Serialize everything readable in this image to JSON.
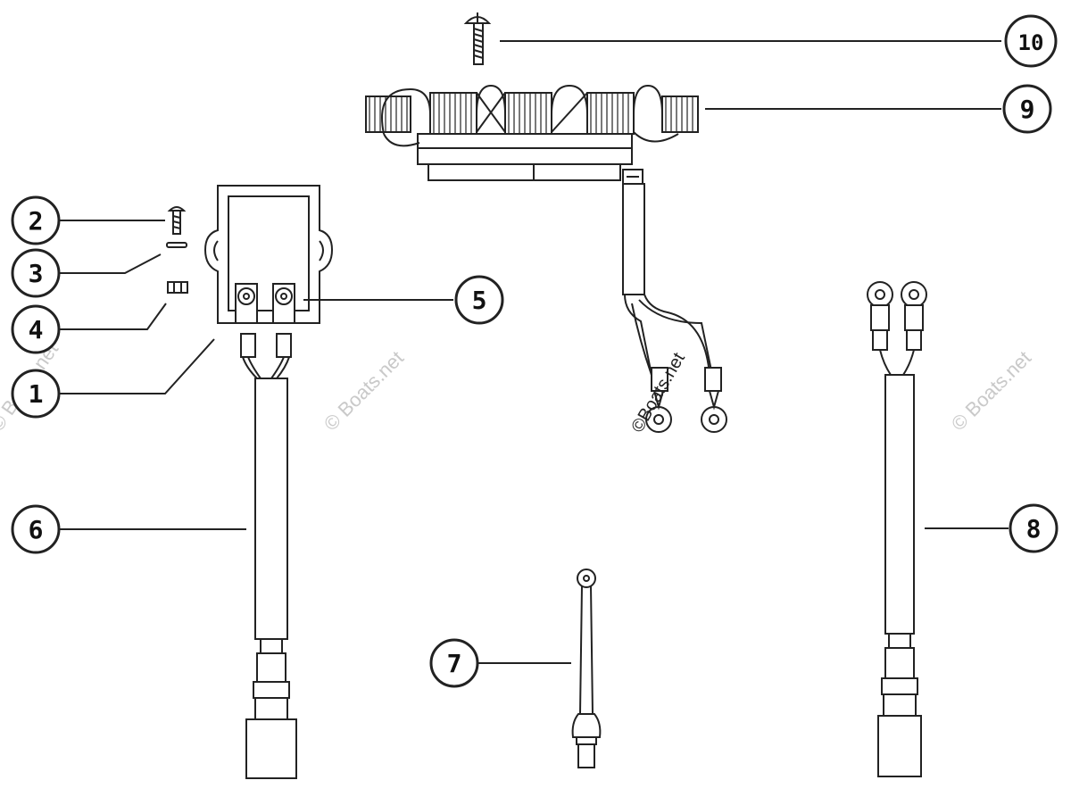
{
  "diagram": {
    "callouts": [
      {
        "id": "c2",
        "label": "2"
      },
      {
        "id": "c3",
        "label": "3"
      },
      {
        "id": "c4",
        "label": "4"
      },
      {
        "id": "c1",
        "label": "1"
      },
      {
        "id": "c5",
        "label": "5"
      },
      {
        "id": "c6",
        "label": "6"
      },
      {
        "id": "c7",
        "label": "7"
      },
      {
        "id": "c8",
        "label": "8"
      },
      {
        "id": "c9",
        "label": "9"
      },
      {
        "id": "c10",
        "label": "10"
      }
    ],
    "watermarks": {
      "left": "© Boats.net",
      "center": "© Boats.net",
      "harness": "©Boats.net",
      "right": "© Boats.net"
    }
  }
}
